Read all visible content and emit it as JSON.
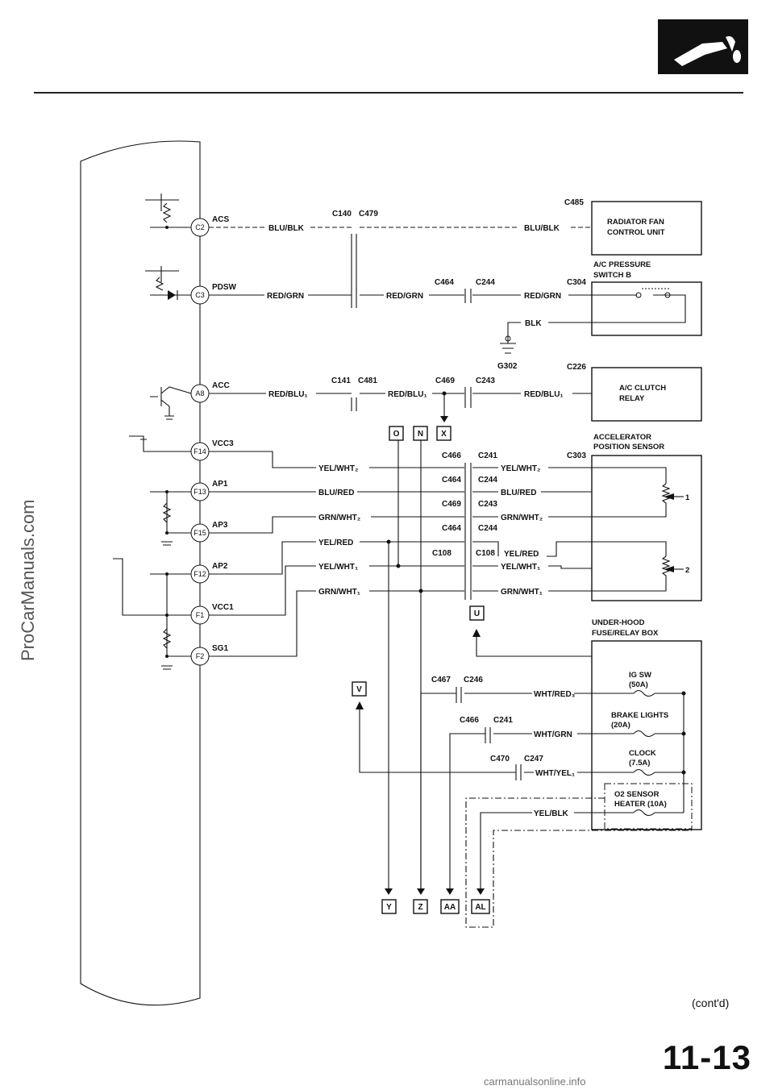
{
  "page": {
    "number": "11-13",
    "continued": "(cont'd)",
    "watermark_side": "ProCarManuals.com",
    "footer": "carmanualsonline.info"
  },
  "ecm_pins": [
    {
      "pin": "C2",
      "name": "ACS"
    },
    {
      "pin": "C3",
      "name": "PDSW"
    },
    {
      "pin": "A8",
      "name": "ACC"
    },
    {
      "pin": "F14",
      "name": "VCC3"
    },
    {
      "pin": "F13",
      "name": "AP1"
    },
    {
      "pin": "F15",
      "name": "AP3"
    },
    {
      "pin": "F12",
      "name": "AP2"
    },
    {
      "pin": "F1",
      "name": "VCC1"
    },
    {
      "pin": "F2",
      "name": "SG1"
    }
  ],
  "wires": {
    "blu_blk": "BLU/BLK",
    "red_grn": "RED/GRN",
    "red_blu1": "RED/BLU₁",
    "yel_wht2": "YEL/WHT₂",
    "blu_red": "BLU/RED",
    "grn_wht2": "GRN/WHT₂",
    "yel_red": "YEL/RED",
    "yel_wht1": "YEL/WHT₁",
    "grn_wht1": "GRN/WHT₁",
    "blk": "BLK",
    "wht_red3": "WHT/RED₃",
    "wht_grn": "WHT/GRN",
    "wht_yel1": "WHT/YEL₁",
    "yel_blk": "YEL/BLK"
  },
  "connectors": {
    "c140": "C140",
    "c479": "C479",
    "c485": "C485",
    "c464a": "C464",
    "c244a": "C244",
    "c304": "C304",
    "c141": "C141",
    "c481": "C481",
    "c469a": "C469",
    "c243a": "C243",
    "c226": "C226",
    "c466a": "C466",
    "c241a": "C241",
    "c303": "C303",
    "c464b": "C464",
    "c244b": "C244",
    "c469b": "C469",
    "c243b": "C243",
    "c464c": "C464",
    "c244c": "C244",
    "c108a": "C108",
    "c108b": "C108",
    "c467": "C467",
    "c246": "C246",
    "c466b": "C466",
    "c241b": "C241",
    "c470": "C470",
    "c247": "C247",
    "g302": "G302"
  },
  "components": {
    "radiator_fan_l1": "RADIATOR FAN",
    "radiator_fan_l2": "CONTROL UNIT",
    "ac_pressure_l1": "A/C PRESSURE",
    "ac_pressure_l2": "SWITCH B",
    "ac_clutch_l1": "A/C CLUTCH",
    "ac_clutch_l2": "RELAY",
    "app_sensor_l1": "ACCELERATOR",
    "app_sensor_l2": "POSITION SENSOR",
    "app_sensor_pin1": "1",
    "app_sensor_pin2": "2",
    "fuse_box_l1": "UNDER-HOOD",
    "fuse_box_l2": "FUSE/RELAY BOX",
    "fuse_ig_l1": "IG SW",
    "fuse_ig_l2": "(50A)",
    "fuse_brake_l1": "BRAKE LIGHTS",
    "fuse_brake_l2": "(20A)",
    "fuse_clock_l1": "CLOCK",
    "fuse_clock_l2": "(7.5A)",
    "fuse_o2_l1": "O2 SENSOR",
    "fuse_o2_l2": "HEATER (10A)"
  },
  "nav_refs": {
    "o": "O",
    "n": "N",
    "x": "X",
    "u": "U",
    "v": "V",
    "y": "Y",
    "z": "Z",
    "aa": "AA",
    "al": "AL"
  },
  "colors": {
    "ink": "#111111",
    "watermark": "#555555"
  }
}
